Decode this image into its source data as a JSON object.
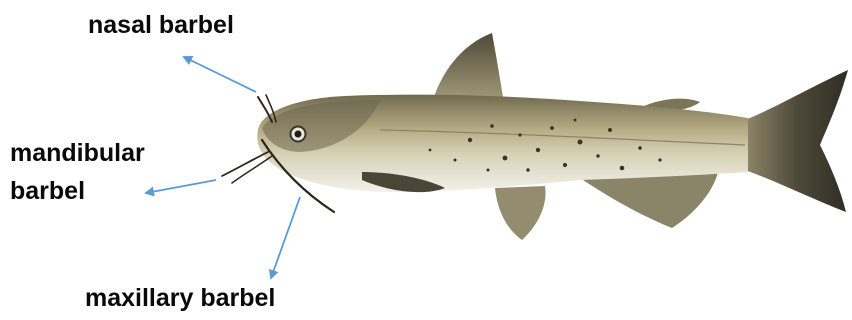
{
  "labels": {
    "nasal": "nasal barbel",
    "mandibular_line1": "mandibular",
    "mandibular_line2": "barbel",
    "maxillary": "maxillary barbel"
  },
  "colors": {
    "arrow": "#5b9bd5",
    "text": "#0a0a0a",
    "fish_body": "#c2b792",
    "fish_dark": "#5e5a45",
    "fish_belly": "#ecebe3",
    "spots": "#3a3326"
  },
  "icons": {
    "subject": "catfish-illustration",
    "pointer": "arrow-icon"
  }
}
